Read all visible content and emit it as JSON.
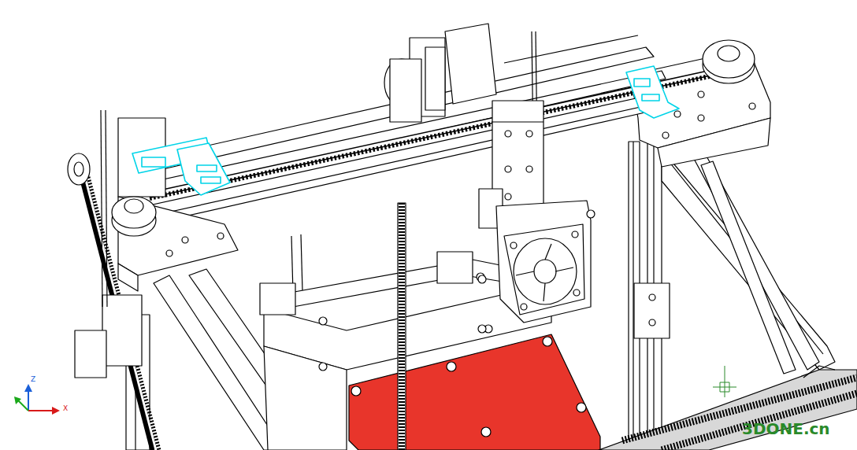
{
  "diagram": {
    "labels": [
      "Z",
      "X",
      "3DONE.cn"
    ]
  }
}
